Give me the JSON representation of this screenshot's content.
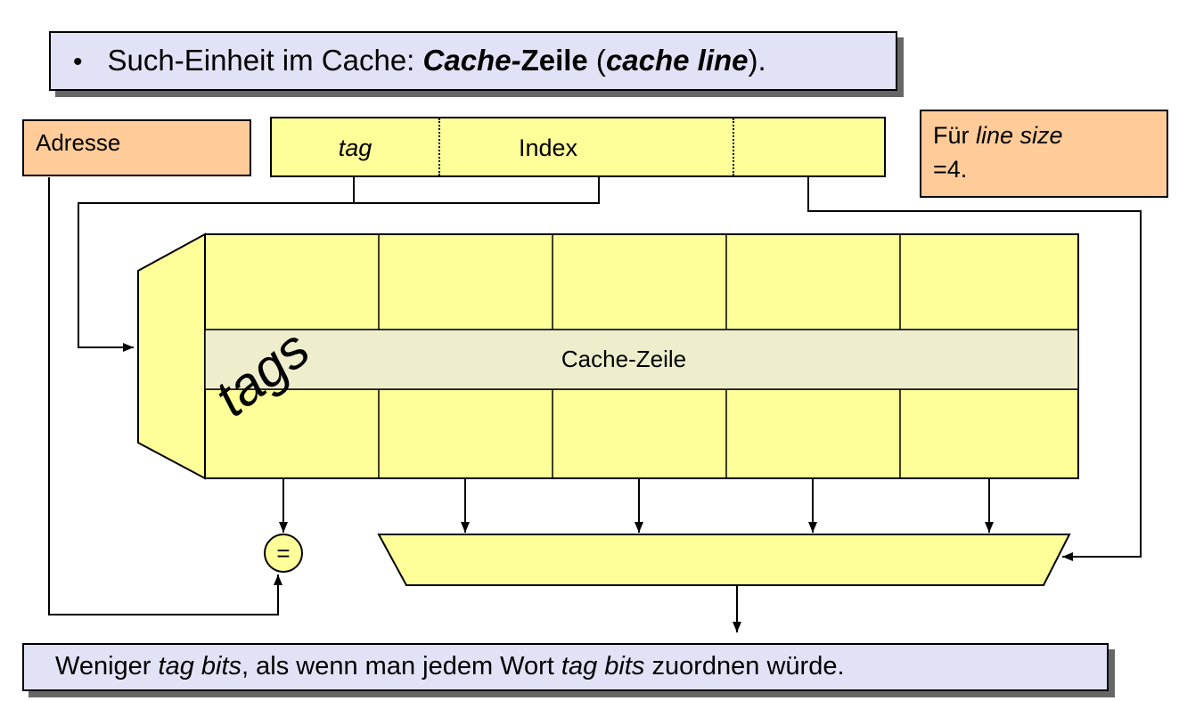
{
  "colors": {
    "box_lavender": "#e2e2f6",
    "box_orange": "#ffcc99",
    "yellow": "#ffff99",
    "row_highlight": "#eeeecc",
    "shadow": "#666666"
  },
  "header": {
    "bullet": "•",
    "seg_plain": "Such-Einheit im Cache: ",
    "seg_bold_italic": "Cache-",
    "seg_bold": "Zeile",
    "seg_open": " (",
    "seg_italic": "cache line",
    "seg_close": ")."
  },
  "address_box": {
    "label": "Adresse"
  },
  "address_field": {
    "tag_label": "tag",
    "index_label": "Index"
  },
  "line_size_box": {
    "line1_plain": "Für ",
    "line1_italic": "line size",
    "line2": "=4."
  },
  "diagram": {
    "tags_label": "tags",
    "cache_line_label": "Cache-Zeile",
    "comparator_label": "="
  },
  "footer": {
    "seg1": "Weniger ",
    "seg2": "tag bits",
    "seg3": ", als wenn man jedem Wort ",
    "seg4": "tag bits",
    "seg5": " zuordnen würde."
  }
}
